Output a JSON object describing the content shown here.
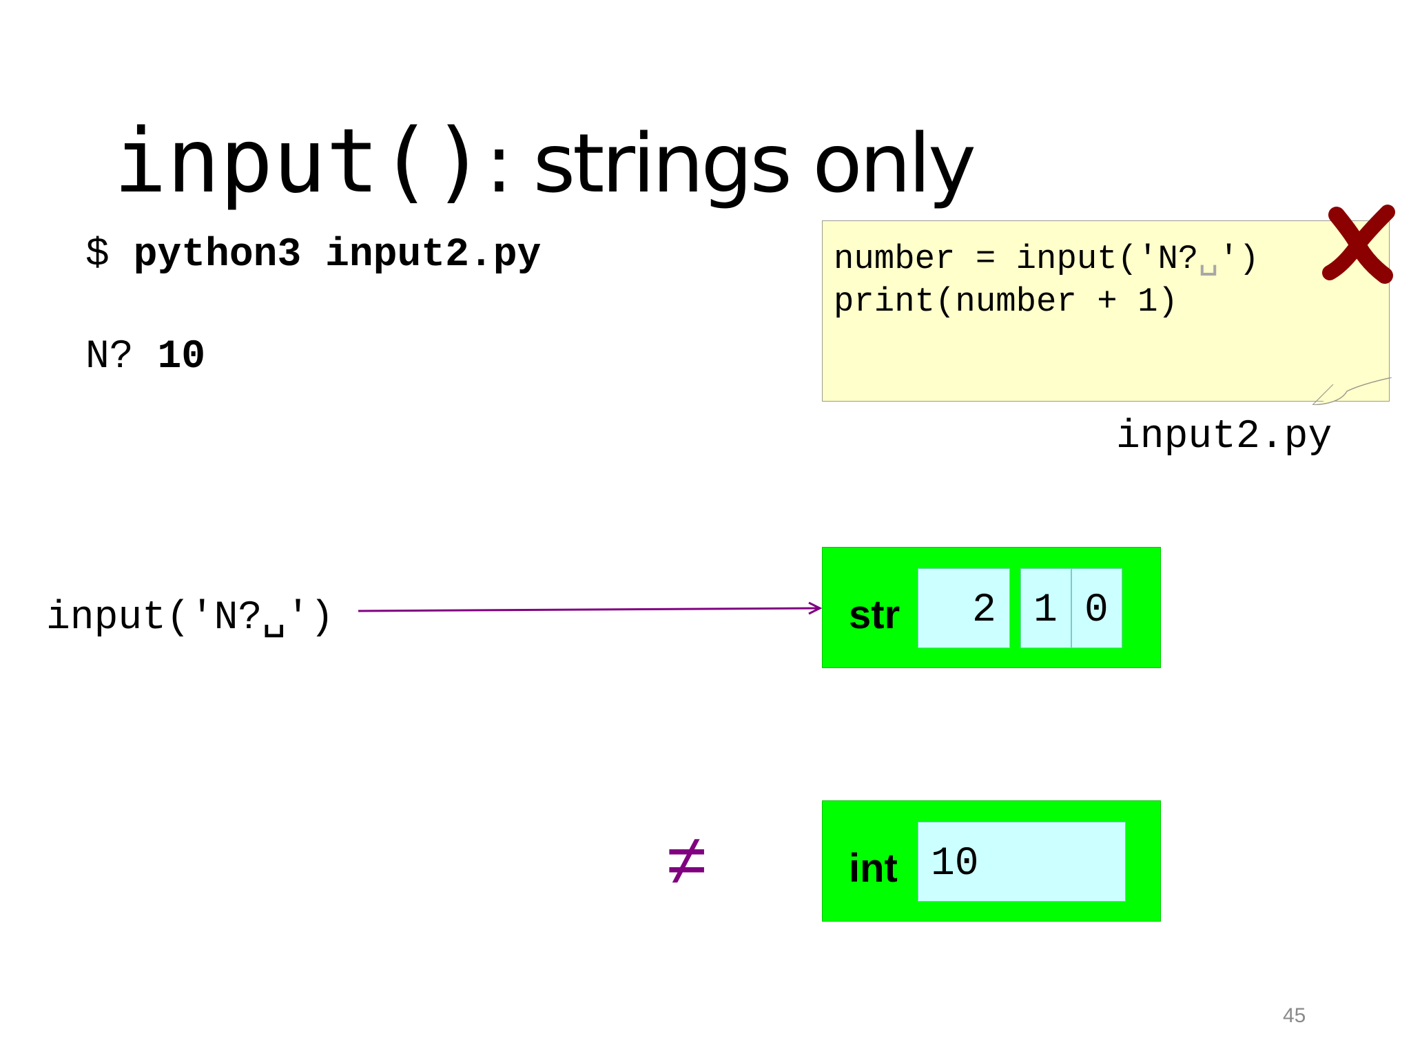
{
  "title": {
    "code": "input()",
    "text": ": strings only"
  },
  "terminal": {
    "prompt": "$",
    "command": "python3 input2.py",
    "input_prompt": "N?",
    "input_value": "10"
  },
  "script": {
    "line1_before": "number = input('N?",
    "space_symbol": "␣",
    "line1_after": "')",
    "line2": "print(number + 1)",
    "filename": "input2.py",
    "error_mark": "cross-icon"
  },
  "diagram": {
    "call_expression": "input('N?␣')",
    "str_object": {
      "type": "str",
      "chars": [
        "2",
        "1",
        "0"
      ]
    },
    "int_object": {
      "type": "int",
      "value": "10"
    },
    "not_equal": "≠",
    "arrow_color": "#800080",
    "box_color": "#00ff00",
    "cell_color": "#ccffff"
  },
  "page_number": "45"
}
